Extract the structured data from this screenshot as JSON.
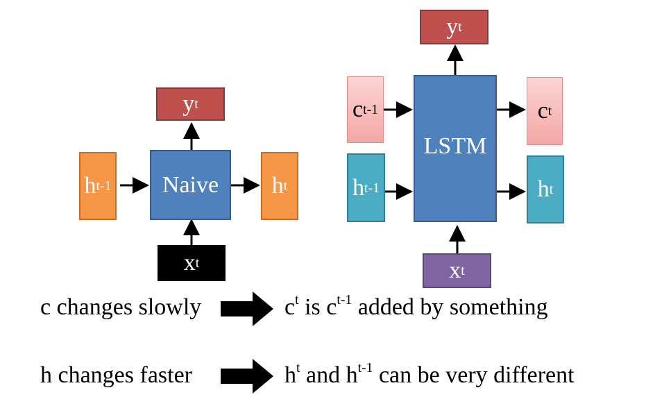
{
  "naive": {
    "label": "Naive",
    "y": {
      "base": "y",
      "sup": "t"
    },
    "h_prev": {
      "base": "h",
      "sup": "t-1"
    },
    "h_next": {
      "base": "h",
      "sup": "t"
    },
    "x": {
      "base": "x",
      "sup": "t"
    }
  },
  "lstm": {
    "label": "LSTM",
    "y": {
      "base": "y",
      "sup": "t"
    },
    "c_prev": {
      "base": "c",
      "sup": "t-1"
    },
    "c_next": {
      "base": "c",
      "sup": "t"
    },
    "h_prev": {
      "base": "h",
      "sup": "t-1"
    },
    "h_next": {
      "base": "h",
      "sup": "t"
    },
    "x": {
      "base": "x",
      "sup": "t"
    }
  },
  "statements": {
    "c_left": "c changes slowly",
    "c_right": {
      "a": "c",
      "a_sup": "t",
      "mid": " is c",
      "mid_sup": "t-1",
      "end": " added by something"
    },
    "h_left": "h changes faster",
    "h_right": {
      "a": "h",
      "a_sup": "t",
      "mid": " and h",
      "mid_sup": "t-1",
      "end": " can be very different"
    }
  }
}
